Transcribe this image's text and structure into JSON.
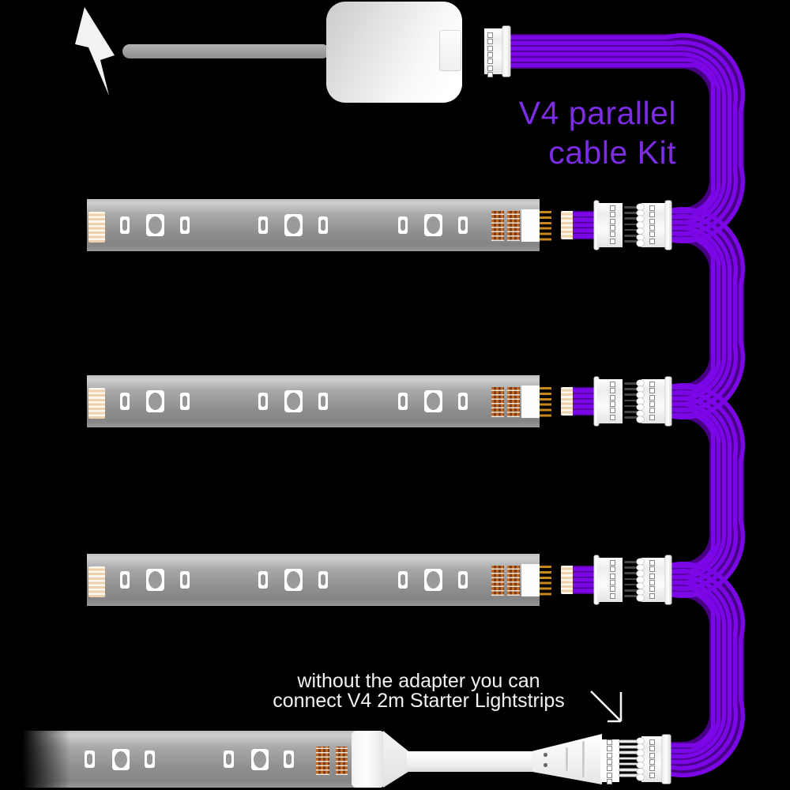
{
  "labels": {
    "kit_line1": "V4 parallel",
    "kit_line2": "cable Kit",
    "note_line1": "without the adapter you can",
    "note_line2": "connect V4 2m Starter Lightstrips"
  },
  "colors": {
    "background": "#000000",
    "cable": "#7b06e6",
    "cable_dark": "#470084",
    "label_purple": "#7c2ce2",
    "text_white": "#f2f2f2",
    "stripe_tan": "#eed2ae",
    "gold_pin": "#c8861f",
    "copper_pad": "#a0521d",
    "strip_gray": "#9a9a9a",
    "connector_white": "#ffffff"
  },
  "icons": {
    "lightning": "lightning-bolt-icon",
    "arrow": "down-right-arrow-icon"
  },
  "diagram": {
    "parallel_strip_count": 3,
    "starter_strip_count": 1,
    "cable_strand_count": 6
  }
}
